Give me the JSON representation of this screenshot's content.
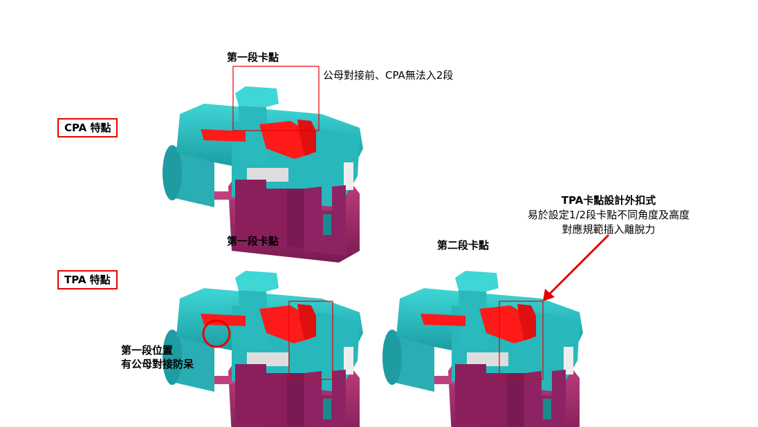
{
  "sections": {
    "cpa": {
      "label": "CPA 特點"
    },
    "tpa": {
      "label": "TPA 特點"
    }
  },
  "cpa_view": {
    "stage_label": "第一段卡點",
    "note": "公母對接前、CPA無法入2段"
  },
  "tpa_view_stage1": {
    "stage_label": "第一段卡點",
    "note_lines": [
      "第一段位置",
      "有公母對接防呆"
    ]
  },
  "tpa_view_stage2": {
    "stage_label": "第二段卡點"
  },
  "tpa_callout": {
    "lines": [
      "TPA卡點設計外扣式",
      "易於設定1/2段卡點不同角度及高度",
      "對應規範插入離脫力"
    ]
  },
  "colors": {
    "housing_teal": "#2ec4c4",
    "housing_teal_dark": "#1a8f94",
    "tpa_magenta": "#8a1f5c",
    "tpa_magenta_light": "#c0407f",
    "cpa_red": "#ff1a1a",
    "annotation_red": "#e60000"
  }
}
